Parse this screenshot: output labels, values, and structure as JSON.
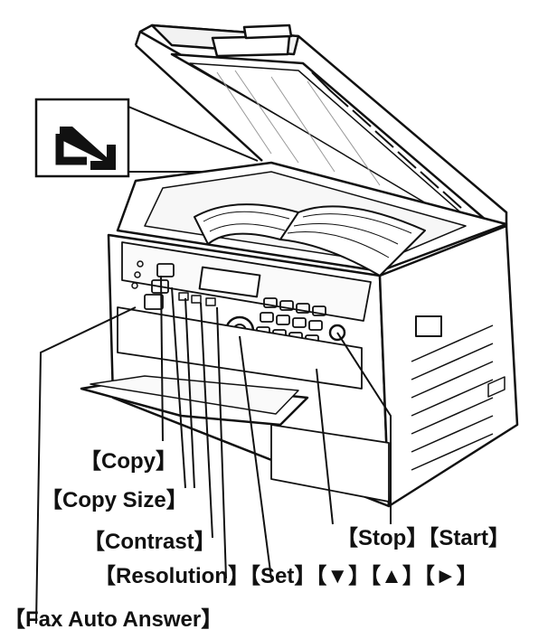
{
  "inset_icon": "south-east-arrow-icon",
  "labels": {
    "copy": "【Copy】",
    "copy_size": "【Copy Size】",
    "contrast": "【Contrast】",
    "resolution": "【Resolution】",
    "set_keys": "【Set】【▼】【▲】【►】",
    "stop_start": "【Stop】【Start】",
    "fax_auto_answer": "【Fax Auto Answer】"
  }
}
